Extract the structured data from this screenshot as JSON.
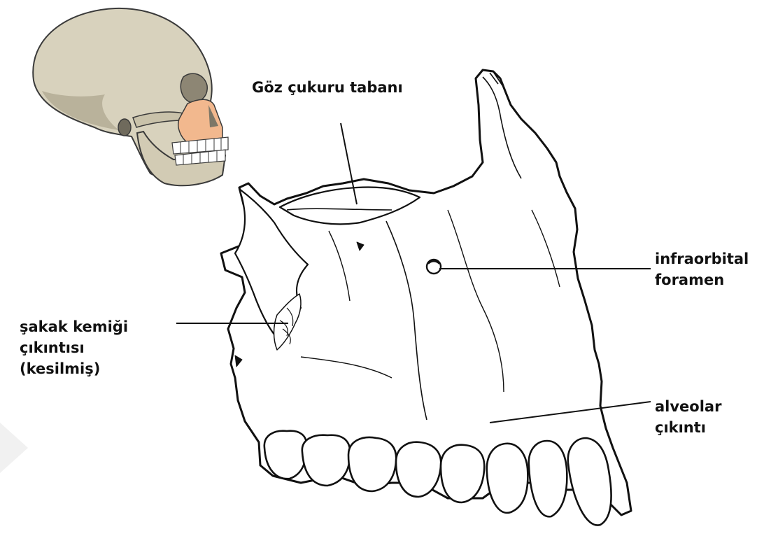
{
  "labels": {
    "orbit_floor": "Göz çukuru  tabanı",
    "infraorbital": [
      "infraorbital",
      "foramen"
    ],
    "temporal_process": [
      "şakak kemiği",
      "çıkıntısı",
      "(kesilmiş)"
    ],
    "alveolar": [
      "alveolar",
      "çıkıntı"
    ]
  },
  "colors": {
    "bone": "#ffffff",
    "outline": "#111111",
    "skull": "#d8d2bd",
    "skull_shadow": "#b9b29b",
    "maxilla_highlight": "#f2b88e",
    "teeth": "#ffffff"
  }
}
